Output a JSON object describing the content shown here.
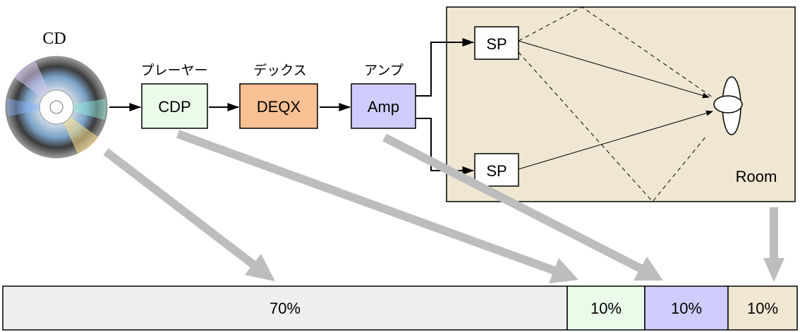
{
  "colors": {
    "room_fill": "#efe7d2",
    "cdp_fill": "#eafbea",
    "deqx_fill": "#f8c193",
    "amp_fill": "#cfcdfb",
    "bar_fill_cd": "#efefef",
    "bar_fill_cdp": "#eafbea",
    "bar_fill_amp": "#cfcdfb",
    "bar_fill_room": "#efe7d2",
    "gray_arrow": "#bdbdbd",
    "stroke": "#000000"
  },
  "source": {
    "label": "CD",
    "icon": "cd-disc-icon"
  },
  "components": [
    {
      "id": "cdp",
      "name": "CDP",
      "caption": "プレーヤー"
    },
    {
      "id": "deqx",
      "name": "DEQX",
      "caption": "デックス"
    },
    {
      "id": "amp",
      "name": "Amp",
      "caption": "アンプ"
    }
  ],
  "room": {
    "label": "Room",
    "speakers": [
      "SP",
      "SP"
    ],
    "listener_icon": "listener-head-icon"
  },
  "share_bar": {
    "segments": [
      {
        "id": "cd",
        "label": "70%",
        "share": 0.7
      },
      {
        "id": "cdp",
        "label": "10%",
        "share": 0.1
      },
      {
        "id": "amp",
        "label": "10%",
        "share": 0.1
      },
      {
        "id": "room",
        "label": "10%",
        "share": 0.1
      }
    ]
  }
}
